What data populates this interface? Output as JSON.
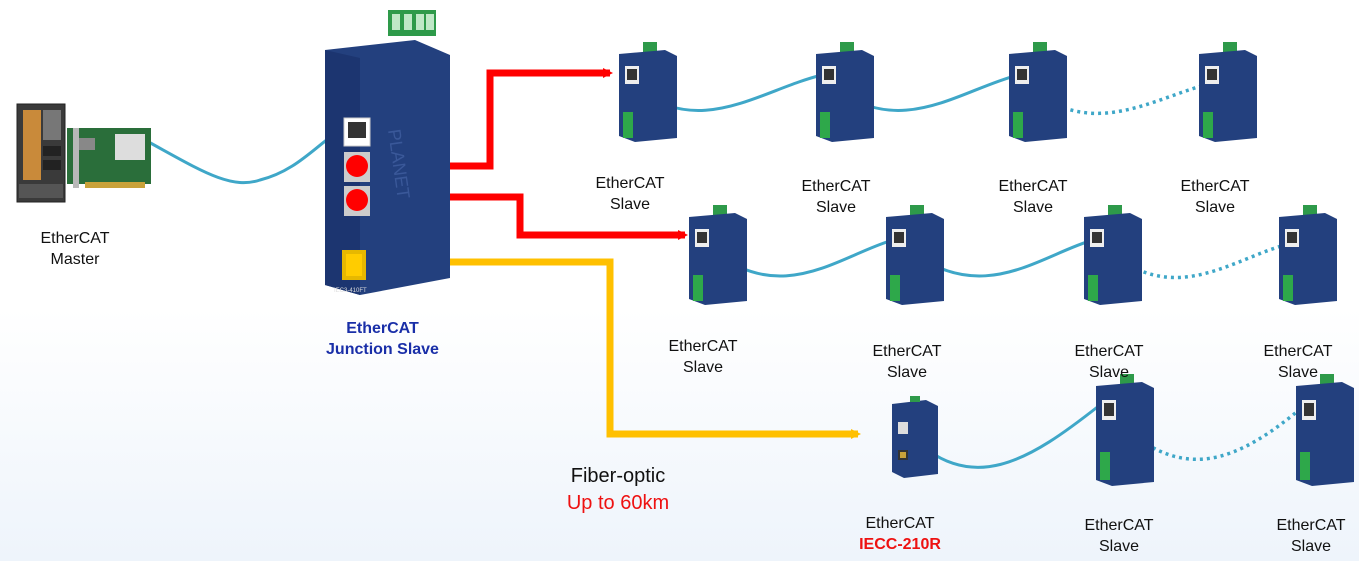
{
  "master": {
    "line1": "EtherCAT",
    "line2": "Master"
  },
  "junction": {
    "line1": "EtherCAT",
    "line2": "Junction Slave",
    "model": "IEC3-410FT"
  },
  "slave_label": {
    "line1": "EtherCAT",
    "line2": "Slave"
  },
  "converter": {
    "line1": "EtherCAT",
    "line2": "IECC-210R"
  },
  "fiber": {
    "line1": "Fiber-optic",
    "line2": "Up to 60km"
  },
  "colors": {
    "ethernet_cable": "#3fa7c8",
    "red_link": "#ff0000",
    "fiber_link": "#ffc000",
    "device_body": "#223a78"
  }
}
